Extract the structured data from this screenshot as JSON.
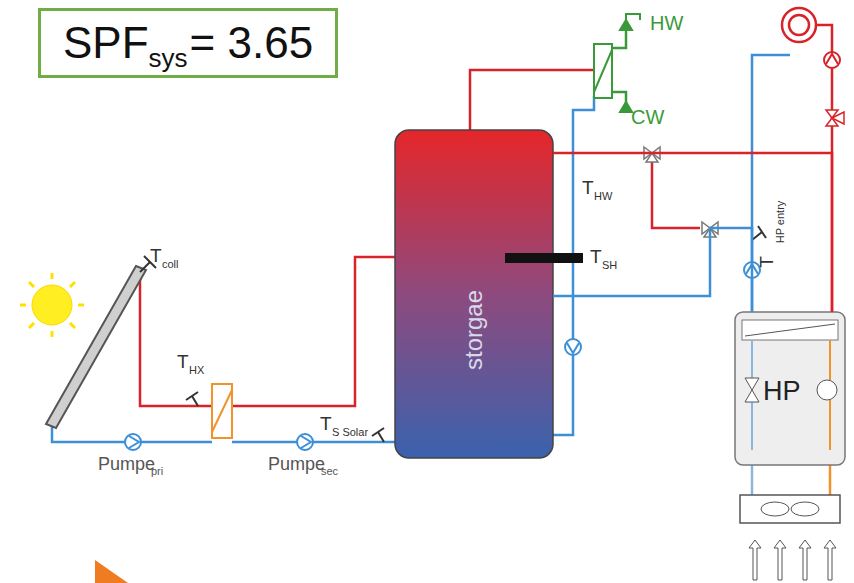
{
  "diagram": {
    "nodes": [
      {
        "text": [
          "SPF",
          "sys",
          "= 3.65"
        ]
      },
      {
        "text": [
          "storgae"
        ]
      },
      {
        "text": [
          "HP"
        ]
      }
    ],
    "edges": [
      {
        "from": 1,
        "to": 2,
        "arrow": "none"
      },
      {
        "from": 2,
        "to": 1,
        "arrow": "none"
      }
    ],
    "labels": [
      "T",
      "coll",
      "T",
      "HX",
      "T",
      "S Solar",
      "T",
      "HW",
      "T",
      "SH",
      "T",
      "HP entry",
      "Pumpe",
      "pri",
      "Pumpe",
      "sec",
      "HW",
      "CW"
    ]
  }
}
